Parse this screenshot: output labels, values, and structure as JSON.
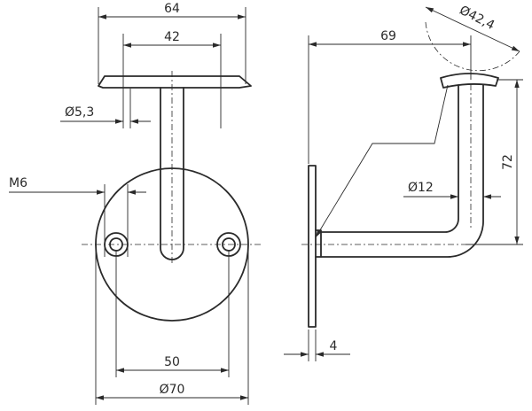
{
  "front_view": {
    "dim_plate_width": "64",
    "dim_hole_spacing_top": "42",
    "dim_hole_diameter": "Ø5,3",
    "dim_thread": "M6",
    "dim_hole_spacing_base": "50",
    "dim_base_diameter": "Ø70"
  },
  "side_view": {
    "dim_projection": "69",
    "dim_saddle_radius": "Ø42,4",
    "dim_height": "72",
    "dim_rod_diameter": "Ø12",
    "dim_base_thickness": "4"
  }
}
